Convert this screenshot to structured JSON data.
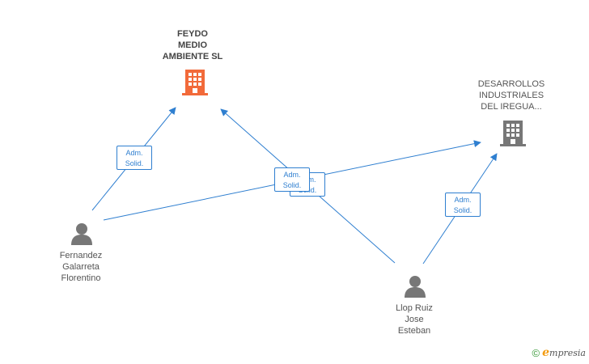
{
  "nodes": {
    "feydo": {
      "label": "FEYDO\nMEDIO\nAMBIENTE SL",
      "icon": "building-icon",
      "color": "#f26a3a"
    },
    "desarrollos": {
      "label": "DESARROLLOS\nINDUSTRIALES\nDEL IREGUA...",
      "icon": "building-icon",
      "color": "#777777"
    },
    "fernandez": {
      "label": "Fernandez\nGalarreta\nFlorentino",
      "icon": "person-icon",
      "color": "#777777"
    },
    "llop": {
      "label": "Llop Ruiz\nJose\nEsteban",
      "icon": "person-icon",
      "color": "#777777"
    }
  },
  "relations": [
    {
      "id": "fernandez-feydo",
      "line1": "Adm.",
      "line2": "Solid."
    },
    {
      "id": "llop-feydo",
      "line1": "Adm.",
      "line2": "Solid."
    },
    {
      "id": "fernandez-desarrollos",
      "line1": "Adm.",
      "line2": "Solid."
    },
    {
      "id": "llop-desarrollos",
      "line1": "Adm.",
      "line2": "Solid."
    }
  ],
  "colors": {
    "edge": "#2f7fd0",
    "text": "#555555"
  },
  "footer": {
    "copyright": "©",
    "brand_initial": "e",
    "brand_rest": "mpresia"
  }
}
